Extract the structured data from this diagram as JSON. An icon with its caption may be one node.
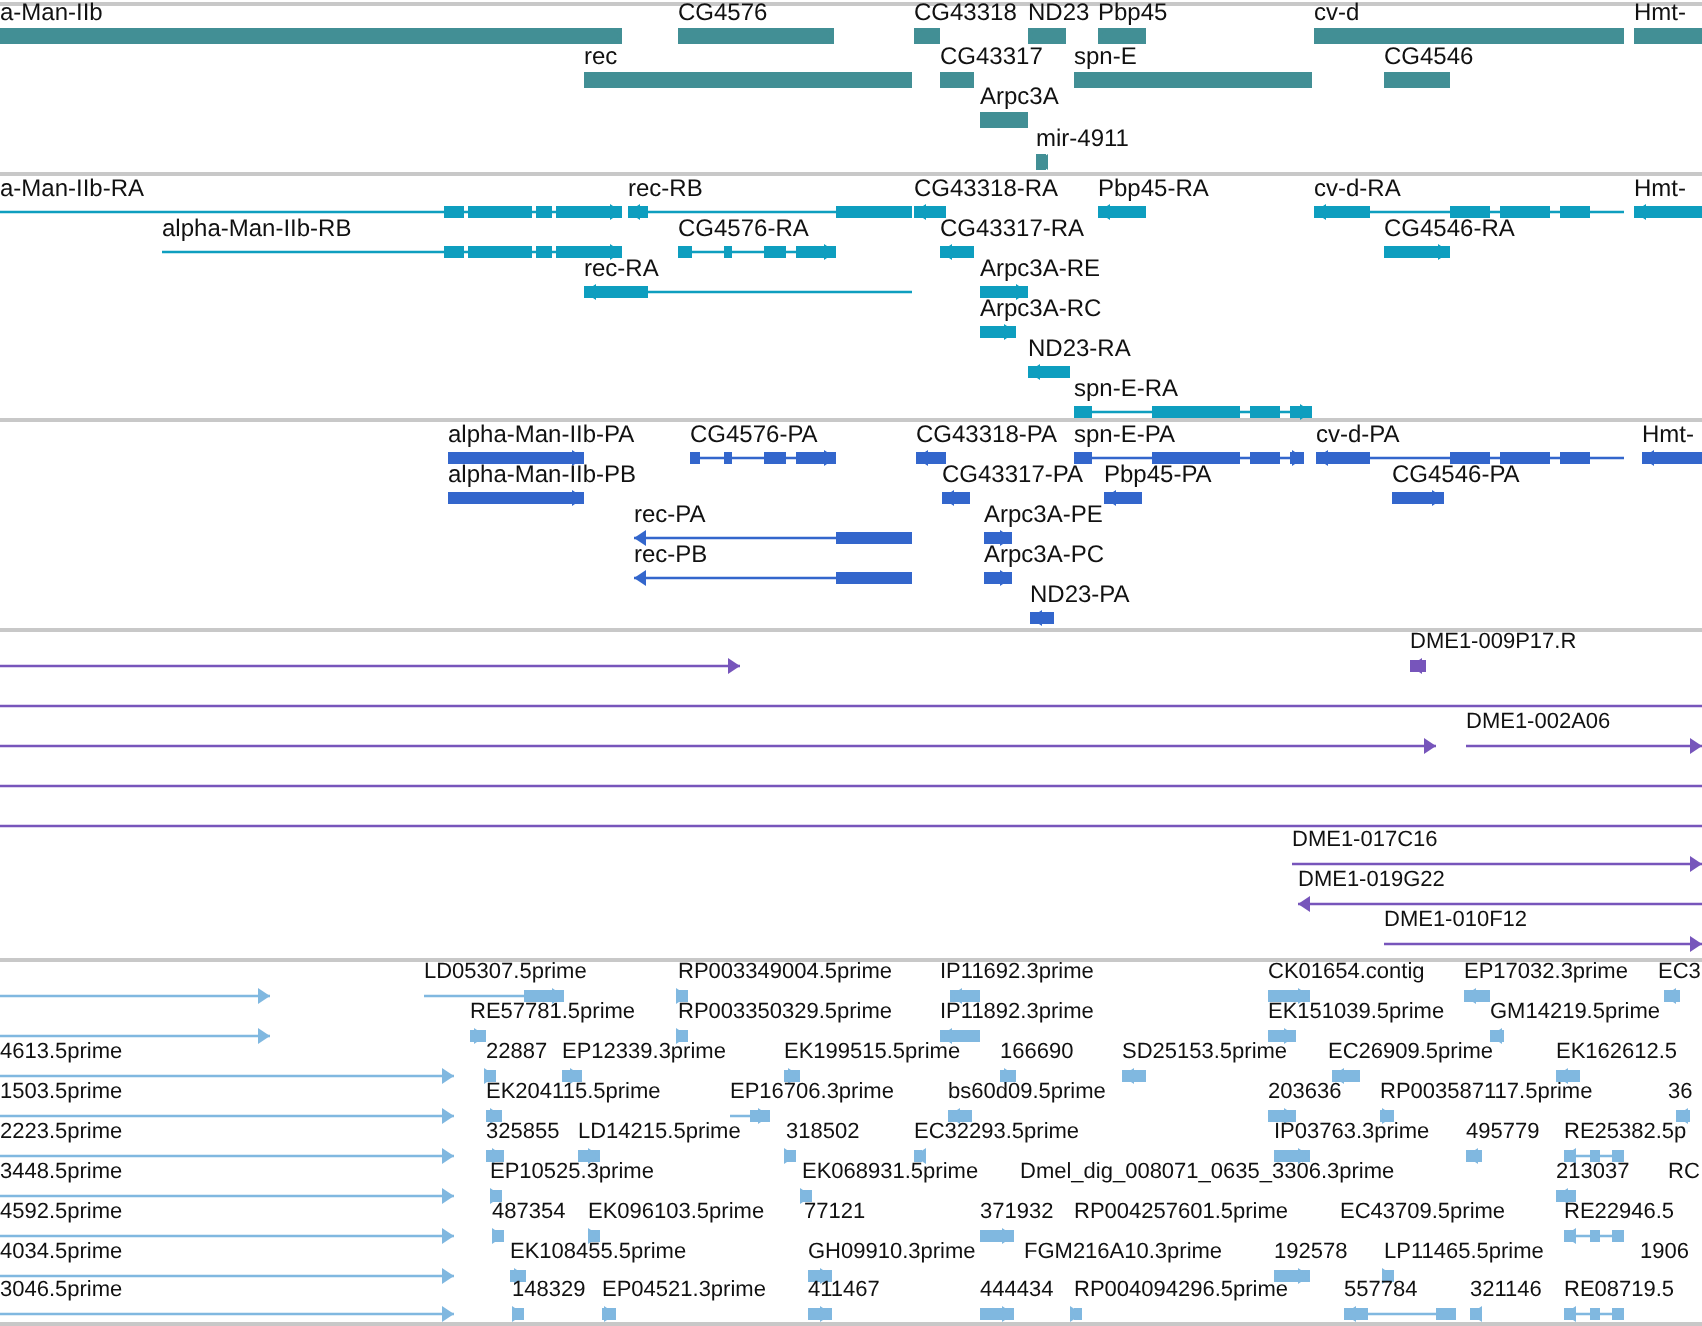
{
  "diagram": {
    "nodes": [
      {
        "text": [
          "a-Man-IIb"
        ]
      },
      {
        "text": [
          "CG4576"
        ]
      },
      {
        "text": [
          "CG43318"
        ]
      },
      {
        "text": [
          "ND23"
        ]
      },
      {
        "text": [
          "Pbp45"
        ]
      },
      {
        "text": [
          "cv-d"
        ]
      },
      {
        "text": [
          "Hmt-"
        ]
      },
      {
        "text": [
          "rec"
        ]
      },
      {
        "text": [
          "CG43317"
        ]
      },
      {
        "text": [
          "spn-E"
        ]
      },
      {
        "text": [
          "CG4546"
        ]
      },
      {
        "text": [
          "Arpc3A"
        ]
      },
      {
        "text": [
          "mir-4911"
        ]
      },
      {
        "text": [
          "a-Man-IIb-RA"
        ]
      },
      {
        "text": [
          "rec-RB"
        ]
      },
      {
        "text": [
          "CG43318-RA"
        ]
      },
      {
        "text": [
          "Pbp45-RA"
        ]
      },
      {
        "text": [
          "cv-d-RA"
        ]
      },
      {
        "text": [
          "Hmt-"
        ]
      },
      {
        "text": [
          "alpha-Man-IIb-RB"
        ]
      },
      {
        "text": [
          "CG4576-RA"
        ]
      },
      {
        "text": [
          "CG43317-RA"
        ]
      },
      {
        "text": [
          "CG4546-RA"
        ]
      },
      {
        "text": [
          "rec-RA"
        ]
      },
      {
        "text": [
          "Arpc3A-RE"
        ]
      },
      {
        "text": [
          "Arpc3A-RC"
        ]
      },
      {
        "text": [
          "ND23-RA"
        ]
      },
      {
        "text": [
          "spn-E-RA"
        ]
      },
      {
        "text": [
          "alpha-Man-IIb-PA"
        ]
      },
      {
        "text": [
          "CG4576-PA"
        ]
      },
      {
        "text": [
          "CG43318-PA"
        ]
      },
      {
        "text": [
          "spn-E-PA"
        ]
      },
      {
        "text": [
          "cv-d-PA"
        ]
      },
      {
        "text": [
          "Hmt-"
        ]
      },
      {
        "text": [
          "alpha-Man-IIb-PB"
        ]
      },
      {
        "text": [
          "CG43317-PA"
        ]
      },
      {
        "text": [
          "Pbp45-PA"
        ]
      },
      {
        "text": [
          "CG4546-PA"
        ]
      },
      {
        "text": [
          "rec-PA"
        ]
      },
      {
        "text": [
          "Arpc3A-PE"
        ]
      },
      {
        "text": [
          "rec-PB"
        ]
      },
      {
        "text": [
          "Arpc3A-PC"
        ]
      },
      {
        "text": [
          "ND23-PA"
        ]
      },
      {
        "text": [],
        "shape": "bar"
      },
      {
        "text": [
          "DME1-009P17.R"
        ]
      },
      {
        "text": [],
        "shape": "bar"
      },
      {
        "text": [],
        "shape": "bar"
      },
      {
        "text": [
          "DME1-002A06"
        ]
      },
      {
        "text": [],
        "shape": "bar"
      },
      {
        "text": [],
        "shape": "bar"
      },
      {
        "text": [
          "DME1-017C16"
        ]
      },
      {
        "text": [
          "DME1-019G22"
        ]
      },
      {
        "text": [
          "DME1-010F12"
        ]
      },
      {
        "text": [],
        "shape": "bar"
      },
      {
        "text": [
          "LD05307.5prime"
        ]
      },
      {
        "text": [
          "RP003349004.5prime"
        ]
      },
      {
        "text": [
          "IP11692.3prime"
        ]
      },
      {
        "text": [
          "CK01654.contig"
        ]
      },
      {
        "text": [
          "EP17032.3prime"
        ]
      },
      {
        "text": [
          "EC3"
        ]
      },
      {
        "text": [],
        "shape": "bar"
      },
      {
        "text": [
          "RE57781.5prime"
        ]
      },
      {
        "text": [
          "RP003350329.5prime"
        ]
      },
      {
        "text": [
          "IP11892.3prime"
        ]
      },
      {
        "text": [
          "EK151039.5prime"
        ]
      },
      {
        "text": [
          "GM14219.5prime"
        ]
      },
      {
        "text": [
          "4613.5prime"
        ]
      },
      {
        "text": [
          "22887"
        ]
      },
      {
        "text": [
          "EP12339.3prime"
        ]
      },
      {
        "text": [
          "EK199515.5prime"
        ]
      },
      {
        "text": [
          "166690"
        ]
      },
      {
        "text": [
          "SD25153.5prime"
        ]
      },
      {
        "text": [
          "EC26909.5prime"
        ]
      },
      {
        "text": [
          "EK162612.5"
        ]
      },
      {
        "text": [
          "1503.5prime"
        ]
      },
      {
        "text": [
          "EK204115.5prime"
        ]
      },
      {
        "text": [
          "EP16706.3prime"
        ]
      },
      {
        "text": [
          "bs60d09.5prime"
        ]
      },
      {
        "text": [
          "203636"
        ]
      },
      {
        "text": [
          "RP003587117.5prime"
        ]
      },
      {
        "text": [
          "36"
        ]
      },
      {
        "text": [
          "2223.5prime"
        ]
      },
      {
        "text": [
          "325855"
        ]
      },
      {
        "text": [
          "LD14215.5prime"
        ]
      },
      {
        "text": [
          "318502"
        ]
      },
      {
        "text": [
          "EC32293.5prime"
        ]
      },
      {
        "text": [
          "IP03763.3prime"
        ]
      },
      {
        "text": [
          "495779"
        ]
      },
      {
        "text": [
          "RE25382.5p"
        ]
      },
      {
        "text": [
          "3448.5prime"
        ]
      },
      {
        "text": [
          "EP10525.3prime"
        ]
      },
      {
        "text": [
          "EK068931.5prime"
        ]
      },
      {
        "text": [
          "Dmel_dig_008071_0635_3306.3prime"
        ]
      },
      {
        "text": [
          "213037"
        ]
      },
      {
        "text": [
          "RC"
        ]
      },
      {
        "text": [
          "4592.5prime"
        ]
      },
      {
        "text": [
          "487354"
        ]
      },
      {
        "text": [
          "EK096103.5prime"
        ]
      },
      {
        "text": [
          "77121"
        ]
      },
      {
        "text": [
          "371932"
        ]
      },
      {
        "text": [
          "RP004257601.5prime"
        ]
      },
      {
        "text": [
          "EC43709.5prime"
        ]
      },
      {
        "text": [
          "RE22946.5"
        ]
      },
      {
        "text": [
          "4034.5prime"
        ]
      },
      {
        "text": [
          "EK108455.5prime"
        ]
      },
      {
        "text": [
          "GH09910.3prime"
        ]
      },
      {
        "text": [
          "FGM216A10.3prime"
        ]
      },
      {
        "text": [
          "192578"
        ]
      },
      {
        "text": [
          "LP11465.5prime"
        ]
      },
      {
        "text": [
          "1906"
        ]
      },
      {
        "text": [
          "3046.5prime"
        ]
      },
      {
        "text": [
          "148329"
        ]
      },
      {
        "text": [
          "EP04521.3prime"
        ]
      },
      {
        "text": [
          "411467"
        ]
      },
      {
        "text": [
          "444434"
        ]
      },
      {
        "text": [
          "RP004094296.5prime"
        ]
      },
      {
        "text": [
          "557784"
        ]
      },
      {
        "text": [
          "321146"
        ]
      },
      {
        "text": [
          "RE08719.5"
        ]
      }
    ]
  }
}
